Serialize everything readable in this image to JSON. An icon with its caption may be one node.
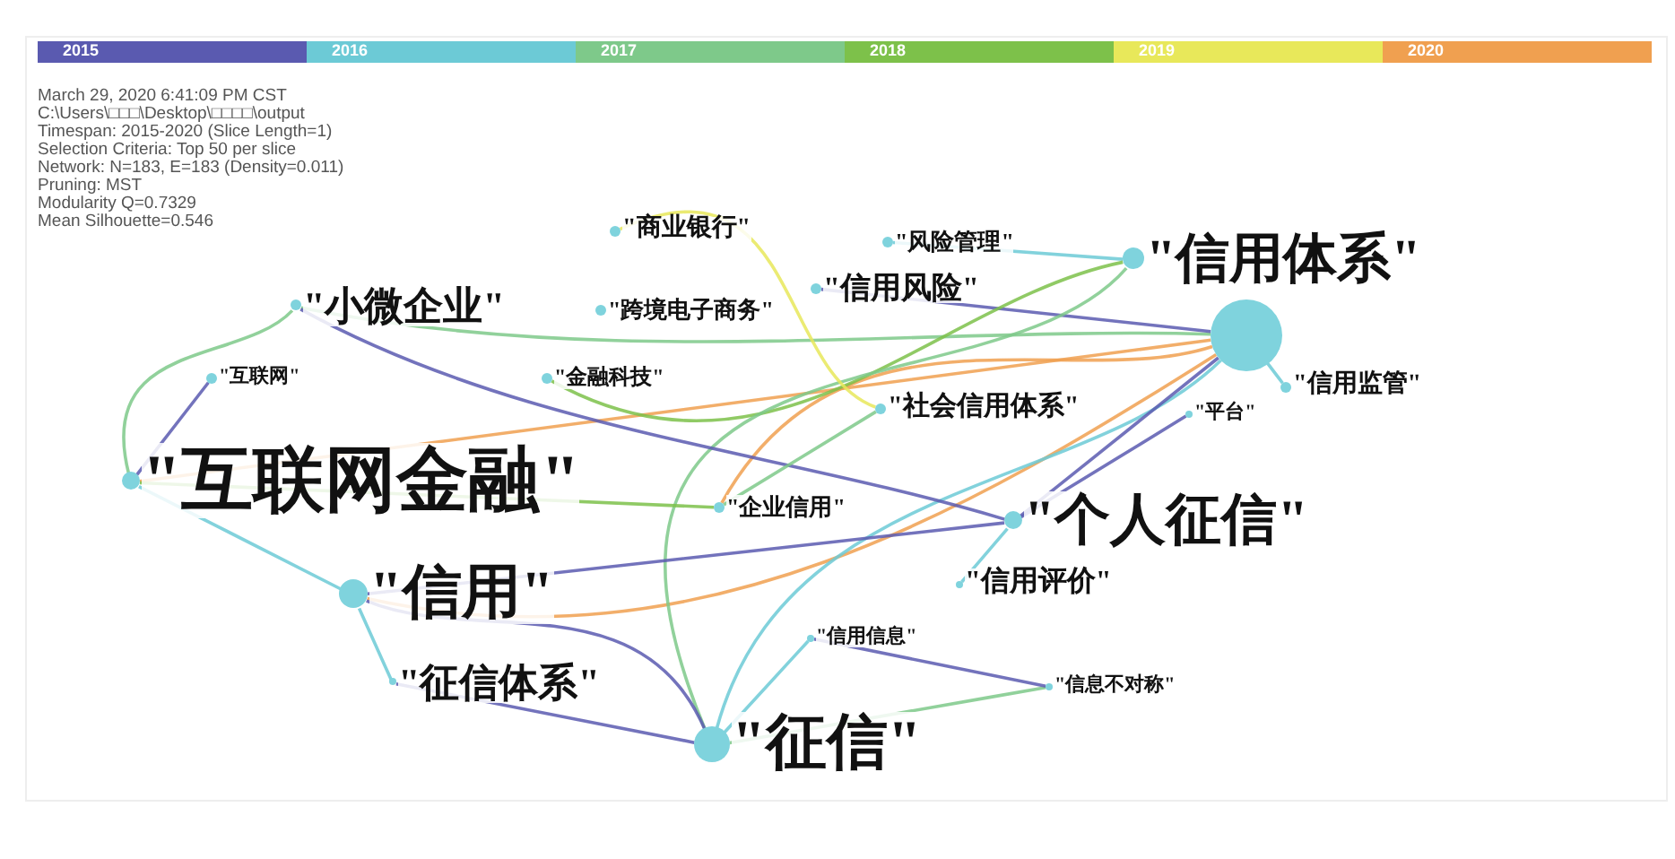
{
  "diagram": {
    "nodes": [
      {
        "text": [
          "\"商业银行\""
        ]
      },
      {
        "text": [
          "\"风险管理\""
        ]
      },
      {
        "text": [
          "\"信用体系\""
        ]
      },
      {
        "text": [],
        "shape": "circle"
      },
      {
        "text": [
          "\"小微企业\""
        ]
      },
      {
        "text": [
          "\"跨境电子商务\""
        ]
      },
      {
        "text": [
          "\"信用风险\""
        ]
      },
      {
        "text": [
          "\"信用监管\""
        ]
      },
      {
        "text": [
          "\"互联网\""
        ]
      },
      {
        "text": [
          "\"金融科技\""
        ]
      },
      {
        "text": [
          "\"社会信用体系\""
        ]
      },
      {
        "text": [
          "\"平台\""
        ]
      },
      {
        "text": [
          "\"互联网金融\""
        ]
      },
      {
        "text": [
          "\"个人征信\""
        ]
      },
      {
        "text": [
          "\"企业信用\""
        ]
      },
      {
        "text": [
          "\"信用\""
        ]
      },
      {
        "text": [
          "\"信用评价\""
        ]
      },
      {
        "text": [
          "\"信用信息\""
        ]
      },
      {
        "text": [
          "\"征信体系\""
        ]
      },
      {
        "text": [
          "\"信息不对称\""
        ]
      },
      {
        "text": [
          "\"征信\""
        ]
      }
    ],
    "edges": [
      {
        "from": 3,
        "to": 12,
        "arrow": "none",
        "color": "#f0a050"
      },
      {
        "from": 3,
        "to": 15,
        "arrow": "none",
        "color": "#f0a050"
      },
      {
        "from": 3,
        "to": 20,
        "arrow": "none",
        "color": "#6ccad6"
      },
      {
        "from": 3,
        "to": 13,
        "arrow": "none",
        "color": "#5a5ab0"
      },
      {
        "from": 3,
        "to": 14,
        "arrow": "none",
        "color": "#f0a050"
      },
      {
        "from": 3,
        "to": 4,
        "arrow": "none",
        "color": "#7ec98a"
      },
      {
        "from": 3,
        "to": 6,
        "arrow": "none",
        "color": "#5a5ab0"
      },
      {
        "from": 3,
        "to": 7,
        "arrow": "none",
        "color": "#6ccad6"
      },
      {
        "from": 2,
        "to": 1,
        "arrow": "none",
        "color": "#6ccad6"
      },
      {
        "from": 2,
        "to": 9,
        "arrow": "none",
        "color": "#7dc14a"
      },
      {
        "from": 2,
        "to": 20,
        "arrow": "none",
        "color": "#7ec98a"
      },
      {
        "from": 4,
        "to": 12,
        "arrow": "none",
        "color": "#7ec98a"
      },
      {
        "from": 4,
        "to": 13,
        "arrow": "none",
        "color": "#5a5ab0"
      },
      {
        "from": 8,
        "to": 12,
        "arrow": "none",
        "color": "#5a5ab0"
      },
      {
        "from": 12,
        "to": 15,
        "arrow": "none",
        "color": "#6ccad6"
      },
      {
        "from": 12,
        "to": 14,
        "arrow": "none",
        "color": "#7dc14a"
      },
      {
        "from": 15,
        "to": 20,
        "arrow": "none",
        "color": "#5a5ab0"
      },
      {
        "from": 15,
        "to": 18,
        "arrow": "none",
        "color": "#6ccad6"
      },
      {
        "from": 15,
        "to": 13,
        "arrow": "none",
        "color": "#5a5ab0"
      },
      {
        "from": 20,
        "to": 18,
        "arrow": "none",
        "color": "#5a5ab0"
      },
      {
        "from": 20,
        "to": 17,
        "arrow": "none",
        "color": "#6ccad6"
      },
      {
        "from": 20,
        "to": 19,
        "arrow": "none",
        "color": "#7ec98a"
      },
      {
        "from": 13,
        "to": 16,
        "arrow": "none",
        "color": "#6ccad6"
      },
      {
        "from": 13,
        "to": 11,
        "arrow": "none",
        "color": "#5a5ab0"
      },
      {
        "from": 0,
        "to": 10,
        "arrow": "none",
        "color": "#e8e85a"
      },
      {
        "from": 14,
        "to": 10,
        "arrow": "none",
        "color": "#7ec98a"
      },
      {
        "from": 17,
        "to": 19,
        "arrow": "none",
        "color": "#5a5ab0"
      }
    ],
    "labels": [
      "March 29, 2020 6:41:09 PM CST",
      "C:\\Users\\□□□\\Desktop\\□□□□\\output",
      "Timespan: 2015-2020 (Slice Length=1)",
      "Selection Criteria: Top 50 per slice",
      "Network: N=183, E=183 (Density=0.011)",
      "Pruning: MST",
      "Modularity Q=0.7329",
      "Mean Silhouette=0.546"
    ],
    "legend": [
      {
        "text": "2015",
        "color": "#5a5ab0"
      },
      {
        "text": "2016",
        "color": "#6ccad6"
      },
      {
        "text": "2017",
        "color": "#7ec98a"
      },
      {
        "text": "2018",
        "color": "#7dc14a"
      },
      {
        "text": "2019",
        "color": "#e8e85a"
      },
      {
        "text": "2020",
        "color": "#f0a050"
      }
    ]
  }
}
